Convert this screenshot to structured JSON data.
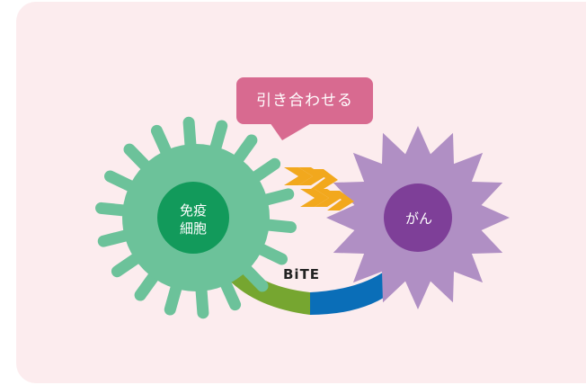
{
  "callout": {
    "text": "引き合わせる"
  },
  "immune_cell": {
    "line1": "免疫",
    "line2": "細胞"
  },
  "cancer_cell": {
    "label": "がん"
  },
  "bite": {
    "label": "BiTE"
  },
  "colors": {
    "background": "#fcecee",
    "callout": "#d86a90",
    "immune_outer": "#6cc29a",
    "immune_inner": "#129a5b",
    "cancer_outer": "#b08fc4",
    "cancer_inner": "#7e3f98",
    "bite_left": "#76a630",
    "bite_right": "#0a6eb8",
    "arrows": "#f2a81d"
  }
}
